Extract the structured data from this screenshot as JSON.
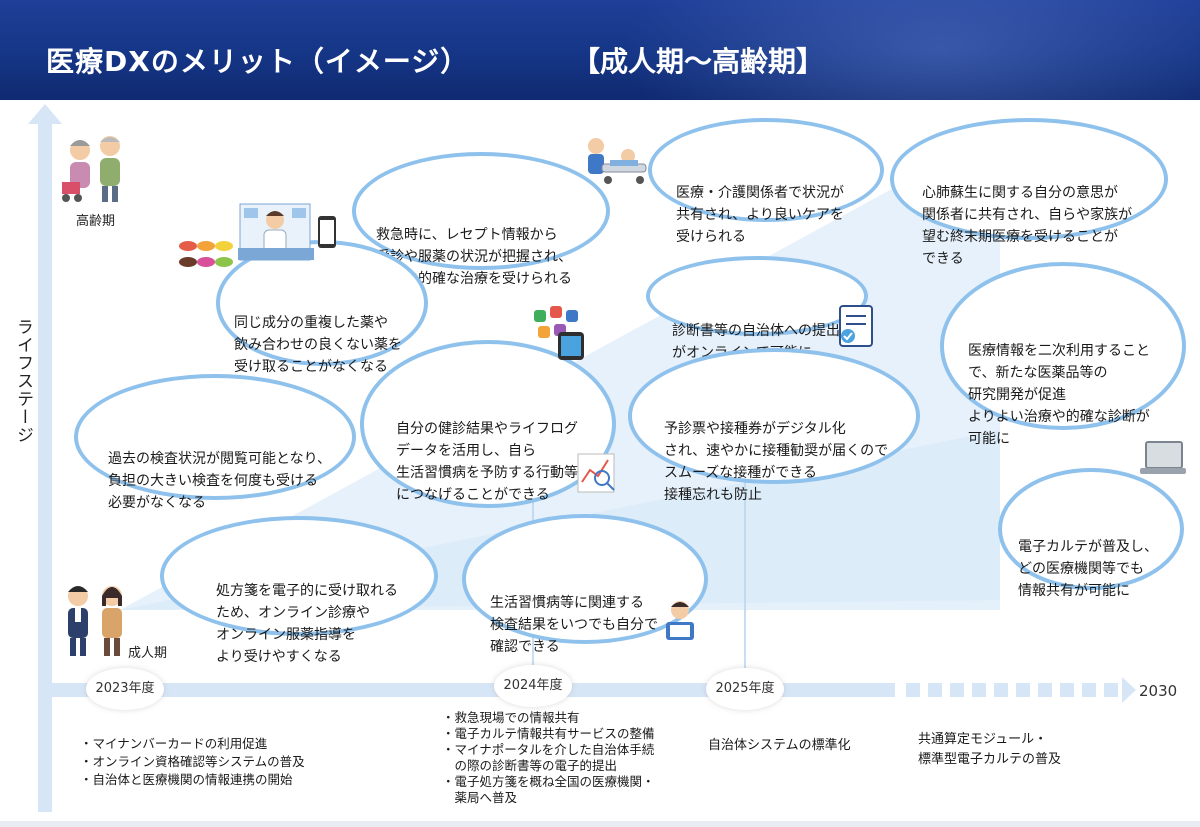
{
  "header": {
    "title": "医療DXのメリット（イメージ）",
    "subtitle": "【成人期～高齢期】"
  },
  "axis": {
    "vertical_label": "ライフステージ",
    "top_label": "高齢期",
    "bottom_label": "成人期",
    "years": [
      "2023年度",
      "2024年度",
      "2025年度"
    ],
    "end_label": "2030"
  },
  "bubbles": [
    {
      "id": "b1",
      "lines": [
        "救急時に、レセプト情報から",
        "受診や服薬の状況が把握され、",
        "迅速に的確な治療を受けられる"
      ]
    },
    {
      "id": "b2",
      "lines": [
        "医療・介護関係者で状況が",
        "共有され、より良いケアを",
        "受けられる"
      ]
    },
    {
      "id": "b3",
      "lines": [
        "心肺蘇生に関する自分の意思が",
        "関係者に共有され、自らや家族が",
        "望む終末期医療を受けることが",
        "できる"
      ]
    },
    {
      "id": "b4",
      "lines": [
        "同じ成分の重複した薬や",
        "飲み合わせの良くない薬を",
        "受け取ることがなくなる"
      ]
    },
    {
      "id": "b5",
      "lines": [
        "診断書等の自治体への提出",
        "がオンラインで可能に"
      ]
    },
    {
      "id": "b6",
      "lines": [
        "医療情報を二次利用すること",
        "で、新たな医薬品等の",
        "研究開発が促進",
        "よりよい治療や的確な診断が",
        "可能に"
      ]
    },
    {
      "id": "b7",
      "lines": [
        "過去の検査状況が閲覧可能となり、",
        "負担の大きい検査を何度も受ける",
        "必要がなくなる"
      ]
    },
    {
      "id": "b8",
      "lines": [
        "自分の健診結果やライフログ",
        "データを活用し、自ら",
        "生活習慣病を予防する行動等",
        "につなげることができる"
      ]
    },
    {
      "id": "b9",
      "lines": [
        "予診票や接種券がデジタル化",
        "され、速やかに接種勧奨が届くので",
        "スムーズな接種ができる",
        "接種忘れも防止"
      ]
    },
    {
      "id": "b10",
      "lines": [
        "電子カルテが普及し、",
        "どの医療機関等でも",
        "情報共有が可能に"
      ]
    },
    {
      "id": "b11",
      "lines": [
        "処方箋を電子的に受け取れる",
        "ため、オンライン診療や",
        "オンライン服薬指導を",
        "より受けやすくなる"
      ]
    },
    {
      "id": "b12",
      "lines": [
        "生活習慣病等に関連する",
        "検査結果をいつでも自分で",
        "確認できる"
      ]
    }
  ],
  "timeline_notes": {
    "y2023": [
      "マイナンバーカードの利用促進",
      "オンライン資格確認等システムの普及",
      "自治体と医療機関の情報連携の開始"
    ],
    "y2024": [
      "救急現場での情報共有",
      "電子カルテ情報共有サービスの整備",
      "マイナポータルを介した自治体手続\n　の際の診断書等の電子的提出",
      "電子処方箋を概ね全国の医療機関・\n　薬局へ普及"
    ],
    "y2025": "自治体システムの標準化",
    "y2030": "共通算定モジュール・\n標準型電子カルテの普及"
  },
  "colors": {
    "header": "#153586",
    "bubble_border": "#8ec1ec",
    "axis": "#d7e6f7",
    "wedge": "#e3effa"
  }
}
